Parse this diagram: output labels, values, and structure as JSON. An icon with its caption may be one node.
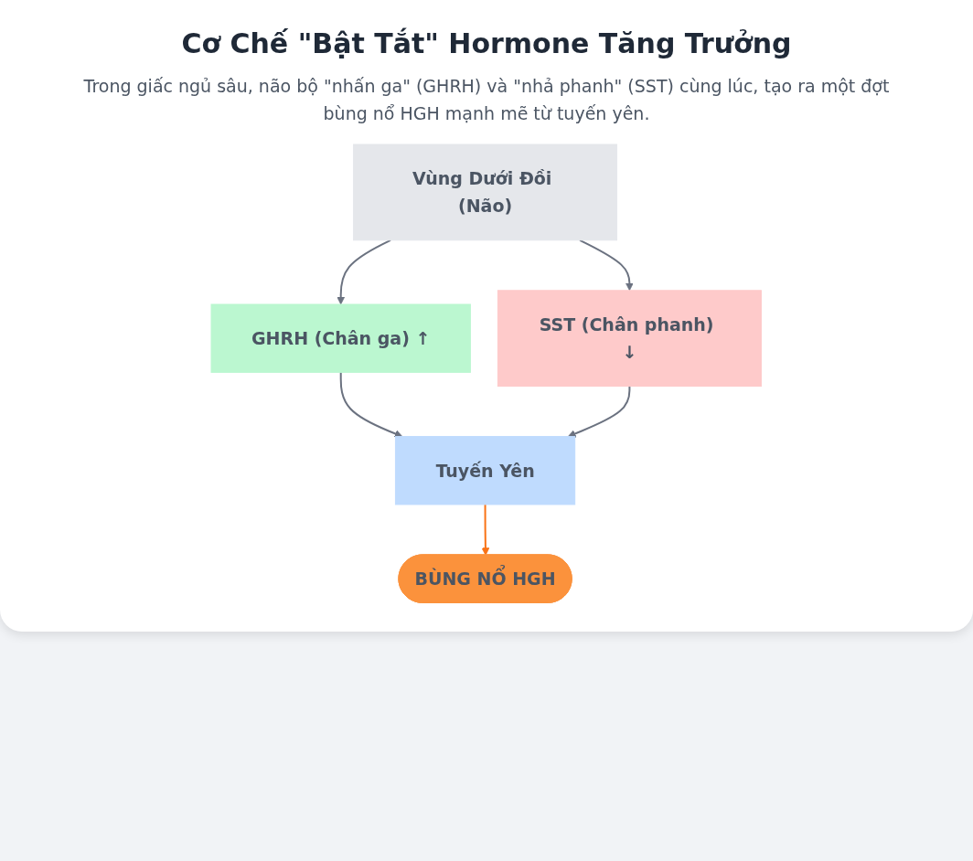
{
  "diagram": {
    "title": "Cơ Chế \"Bật Tắt\" Hormone Tăng Trưởng",
    "caption": "Trong giấc ngủ sâu, não bộ \"nhấn ga\" (GHRH) và \"nhả phanh\" (SST) cùng lúc, tạo ra một đợt bùng nổ HGH mạnh mẽ từ tuyến yên.",
    "nodes": [
      {
        "text": [
          "Vùng Dưới Đồi (Não)"
        ]
      },
      {
        "text": [
          "GHRH (Chân ga) ↑"
        ]
      },
      {
        "text": [
          "SST (Chân phanh) ↓"
        ]
      },
      {
        "text": [
          "Tuyến Yên"
        ]
      },
      {
        "text": [
          "BÙNG NỔ HGH"
        ]
      }
    ],
    "edges": [
      {
        "from": 0,
        "to": 1,
        "arrow": "to"
      },
      {
        "from": 0,
        "to": 2,
        "arrow": "to"
      },
      {
        "from": 1,
        "to": 3,
        "arrow": "to"
      },
      {
        "from": 2,
        "to": 3,
        "arrow": "to"
      },
      {
        "from": 3,
        "to": 4,
        "arrow": "to",
        "color": "#f97316"
      }
    ]
  }
}
